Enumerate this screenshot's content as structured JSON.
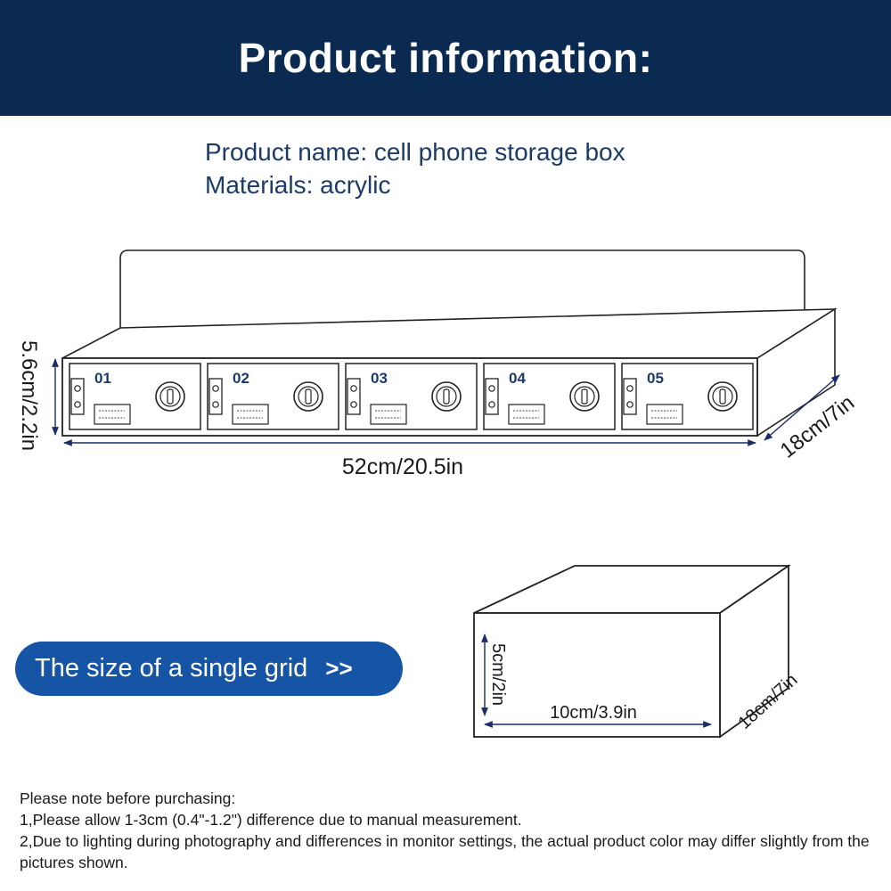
{
  "header": {
    "title": "Product information:"
  },
  "info": {
    "name": "Product name: cell phone storage box",
    "materials": "Materials: acrylic"
  },
  "box": {
    "compartments": [
      "01",
      "02",
      "03",
      "04",
      "05"
    ],
    "height_label": "5.6cm/2.2in",
    "width_label": "52cm/20.5in",
    "depth_label": "18cm/7in"
  },
  "single": {
    "button_label": "The size of a single grid",
    "arrows": ">>",
    "height_label": "5cm/2in",
    "width_label": "10cm/3.9in",
    "depth_label": "18cm/7in"
  },
  "note": {
    "title": "Please note before purchasing:",
    "line1": "1,Please allow 1-3cm (0.4\"-1.2\") difference due to manual measurement.",
    "line2": "2,Due to lighting during photography and differences in monitor settings, the actual product color may differ slightly from the pictures shown."
  },
  "colors": {
    "header_bg": "#0b2a52",
    "info_text": "#1c3b68",
    "pill_bg": "#1654a6",
    "dim_arrow": "#1c2c66",
    "label_text": "#1c3b68"
  }
}
